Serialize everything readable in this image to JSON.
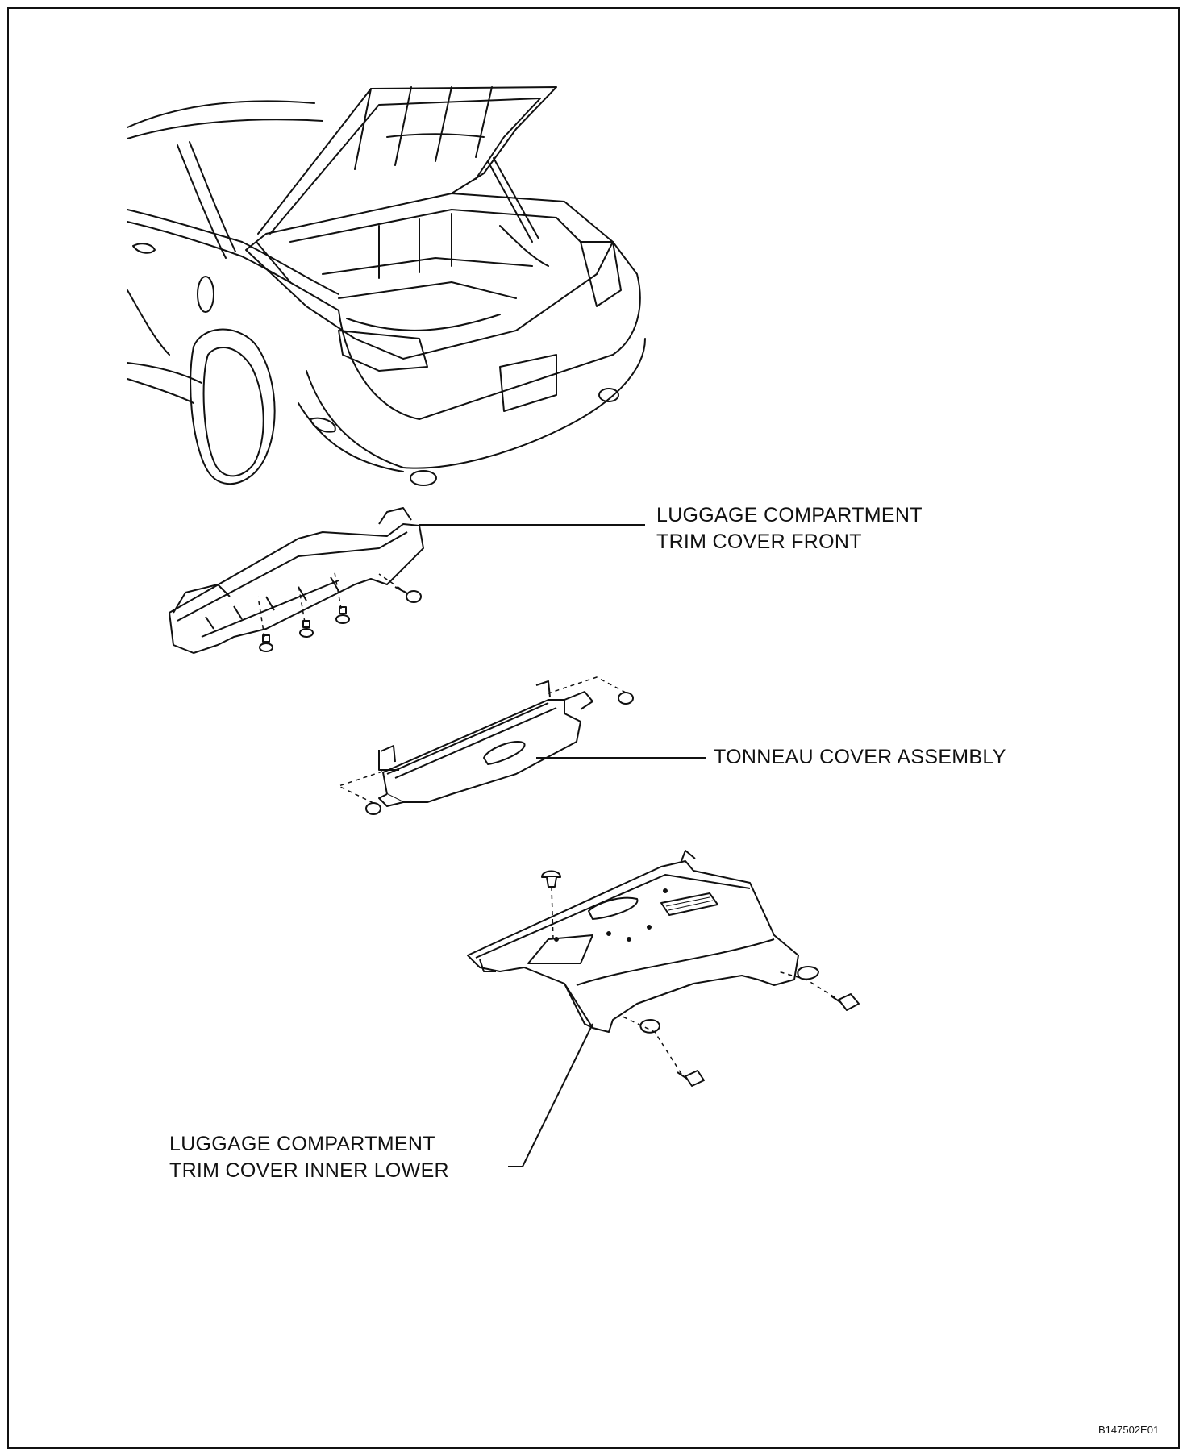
{
  "labels": {
    "trim_front": {
      "line1": "LUGGAGE COMPARTMENT",
      "line2": "TRIM COVER FRONT"
    },
    "tonneau": {
      "line1": "TONNEAU COVER ASSEMBLY"
    },
    "trim_inner_lower": {
      "line1": "LUGGAGE COMPARTMENT",
      "line2": "TRIM COVER INNER LOWER"
    }
  },
  "figure_code": "B147502E01",
  "colors": {
    "line": "#111111",
    "panel_fill": "#ffffff",
    "shade": "#d8d8d8"
  }
}
